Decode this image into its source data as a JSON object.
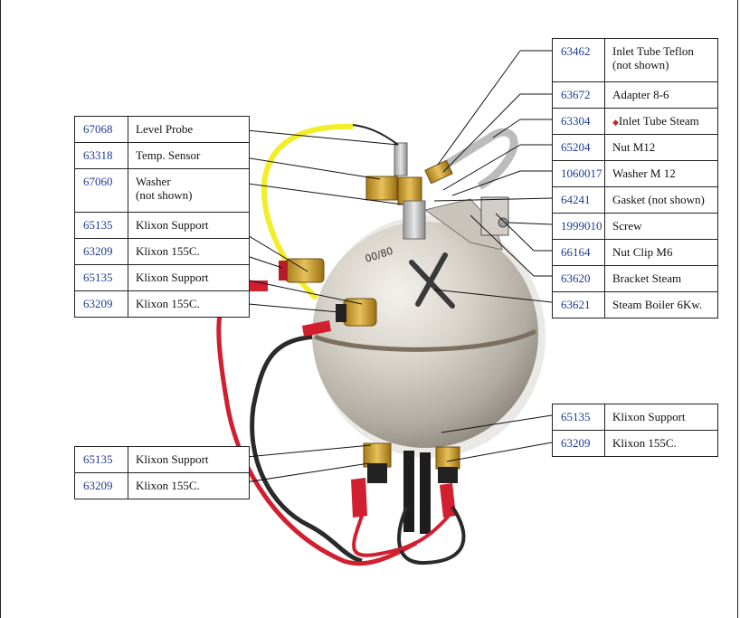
{
  "left_top": [
    {
      "part": "67068",
      "desc": "Level Probe"
    },
    {
      "part": "63318",
      "desc": "Temp. Sensor"
    },
    {
      "part": "67060",
      "desc": "Washer\n(not shown)"
    },
    {
      "part": "65135",
      "desc": "Klixon Support"
    },
    {
      "part": "63209",
      "desc": "Klixon 155C."
    },
    {
      "part": "65135",
      "desc": " Klixon Support"
    },
    {
      "part": "63209",
      "desc": "Klixon 155C."
    }
  ],
  "left_bottom": [
    {
      "part": "65135",
      "desc": "Klixon Support"
    },
    {
      "part": "63209",
      "desc": "Klixon 155C."
    }
  ],
  "right_top": [
    {
      "part": "63462",
      "desc": "Inlet Tube Teflon\n(not shown)"
    },
    {
      "part": "63672",
      "desc": "Adapter 8-6"
    },
    {
      "part": "63304",
      "desc": "Inlet Tube Steam"
    },
    {
      "part": "65204",
      "desc": "Nut M12"
    },
    {
      "part": "1060017",
      "desc": "Washer M 12"
    },
    {
      "part": "64241",
      "desc": "Gasket (not shown)"
    },
    {
      "part": "1999010",
      "desc": "Screw"
    },
    {
      "part": "66164",
      "desc": "Nut Clip M6"
    },
    {
      "part": "63620",
      "desc": "Bracket Steam"
    },
    {
      "part": "63621",
      "desc": "Steam Boiler 6Kw."
    }
  ],
  "right_bottom": [
    {
      "part": "65135",
      "desc": "Klixon Support"
    },
    {
      "part": "63209",
      "desc": "Klixon 155C."
    }
  ],
  "boiler_marking": "00/80",
  "colors": {
    "part_number": "#1f3a93",
    "text": "#111111",
    "border": "#222222",
    "boiler": "#cfcac2",
    "red_wire": "#d11f2f",
    "yellow_wire": "#f2ee2a"
  }
}
